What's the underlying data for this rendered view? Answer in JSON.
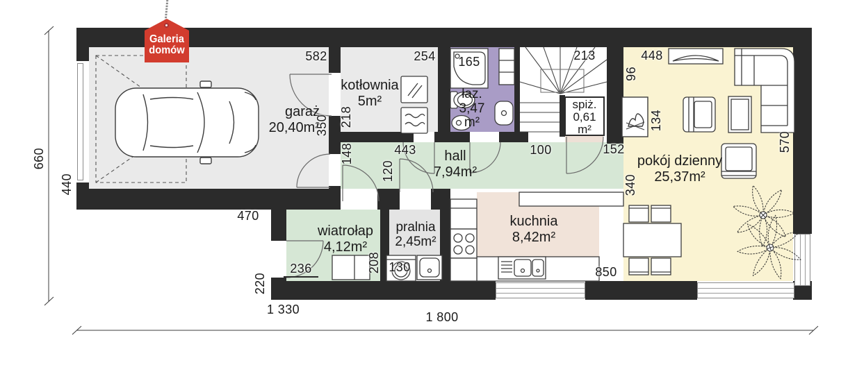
{
  "logo": {
    "line1": "Galeria",
    "line2": "domów",
    "bg_color": "#d23c2e"
  },
  "rooms": {
    "garaz": {
      "name": "garaż",
      "area": "20,40m²"
    },
    "kotlownia": {
      "name": "kotłownia",
      "area": "5m²"
    },
    "lazienka": {
      "name": "łaz.",
      "area": "3,47",
      "unit": "m²"
    },
    "spiz": {
      "name": "spiż.",
      "area": "0,61",
      "unit": "m²"
    },
    "hall": {
      "name": "hall",
      "area": "7,94m²"
    },
    "wiatrolap": {
      "name": "wiatrołap",
      "area": "4,12m²"
    },
    "pralnia": {
      "name": "pralnia",
      "area": "2,45m²"
    },
    "kuchnia": {
      "name": "kuchnia",
      "area": "8,42m²"
    },
    "pokoj": {
      "name": "pokój dzienny",
      "area": "25,37m²"
    }
  },
  "dims": {
    "d582": "582",
    "d254": "254",
    "d165": "165",
    "d213": "213",
    "d448": "448",
    "d96": "96",
    "d134": "134",
    "d570": "570",
    "d218": "218",
    "d350": "350",
    "d148": "148",
    "d443": "443",
    "d120": "120",
    "d100": "100",
    "d152": "152",
    "d340": "340",
    "d660": "660",
    "d440": "440",
    "d470": "470",
    "d236": "236",
    "d208": "208",
    "d130": "130",
    "d220": "220",
    "d850": "850",
    "d1330": "1 330",
    "d1800": "1 800"
  },
  "colors": {
    "wall": "#2b2b2b",
    "hall_green": "#d6e7d5",
    "bath_purple": "#a99cc6",
    "living_yellow": "#faf3d2",
    "kitchen_beige": "#f1e3d9",
    "room_gray": "#eaeaea",
    "pantry_beige": "#eee0d6",
    "logo_red": "#d23c2e"
  }
}
